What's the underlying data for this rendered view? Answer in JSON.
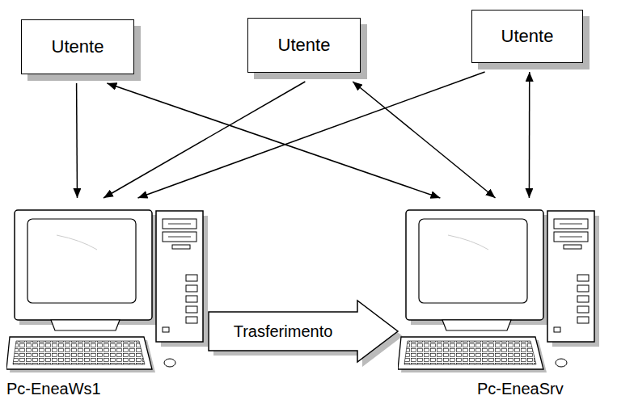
{
  "diagram": {
    "nodes": [
      {
        "text": [
          "Utente"
        ]
      },
      {
        "text": [
          "Utente"
        ]
      },
      {
        "text": [
          "Utente"
        ]
      },
      {
        "text": [
          "Pc-EneaWs1"
        ]
      },
      {
        "text": [
          "Pc-EneaSrv"
        ]
      }
    ],
    "edges": [
      {
        "from": 0,
        "to": 3,
        "arrow": "to"
      },
      {
        "from": 1,
        "to": 3,
        "arrow": "to"
      },
      {
        "from": 2,
        "to": 3,
        "arrow": "to"
      },
      {
        "from": 0,
        "to": 4,
        "arrow": "both"
      },
      {
        "from": 1,
        "to": 4,
        "arrow": "both"
      },
      {
        "from": 2,
        "to": 4,
        "arrow": "both"
      },
      {
        "from": 3,
        "to": 4,
        "label": "Trasferimento",
        "arrow": "to"
      }
    ]
  }
}
